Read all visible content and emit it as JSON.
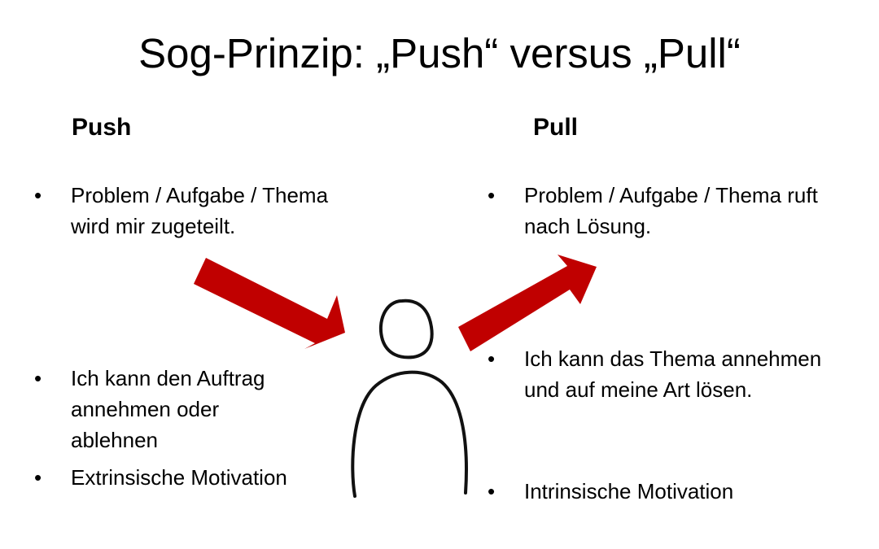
{
  "title": "Sog-Prinzip: „Push“ versus „Pull“",
  "push": {
    "heading": "Push",
    "bullets": [
      {
        "line1": "Problem / Aufgabe / Thema",
        "line2": "wird mir zugeteilt.",
        "line3": ""
      },
      {
        "line1": "Ich kann den Auftrag",
        "line2": "annehmen oder",
        "line3": "ablehnen"
      },
      {
        "line1": "Extrinsische Motivation",
        "line2": "",
        "line3": ""
      }
    ]
  },
  "pull": {
    "heading": "Pull",
    "bullets": [
      {
        "line1": "Problem / Aufgabe / Thema ruft",
        "line2": "nach Lösung.",
        "line3": ""
      },
      {
        "line1": "Ich kann das Thema annehmen",
        "line2": "und auf meine Art lösen.",
        "line3": ""
      },
      {
        "line1": "Intrinsische Motivation",
        "line2": "",
        "line3": ""
      }
    ]
  },
  "bullet_glyph": "•",
  "colors": {
    "arrow": "#c00000",
    "figure_stroke": "#111111",
    "text": "#000000"
  },
  "icons": {
    "push_arrow": "arrow-down-right-icon",
    "pull_arrow": "arrow-up-right-icon",
    "person": "person-sketch-icon"
  }
}
